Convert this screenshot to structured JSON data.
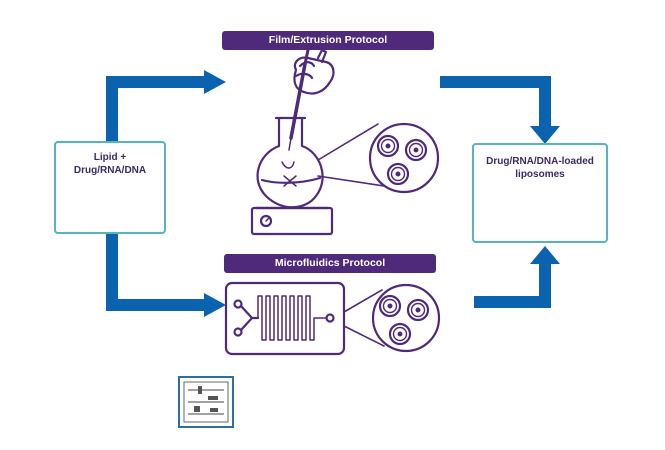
{
  "banners": {
    "film": "Film/Extrusion Protocol",
    "microfluidics": "Microfluidics Protocol"
  },
  "input_box": {
    "line1": "Lipid +",
    "line2": "Drug/RNA/DNA"
  },
  "output_box": {
    "line1": "Drug/RNA/DNA-loaded",
    "line2": "liposomes"
  },
  "icons": [
    "hand-pipette-icon",
    "round-bottom-flask-icon",
    "stir-plate-icon",
    "liposome-magnifier-icon",
    "microfluidic-chip-icon",
    "lipid-molecule-icon",
    "drug-particle-icon",
    "liposome-icon",
    "qr-code-icon"
  ],
  "colors": {
    "arrow_blue": "#0b63b0",
    "purple": "#4f2a7a",
    "teal_border": "#54b5be",
    "drug_yellow": "#f4c20d",
    "lipid_head": "#1a74c4",
    "lipid_tail": "#e8452f",
    "liposome_dots": "#6fc3c8"
  }
}
